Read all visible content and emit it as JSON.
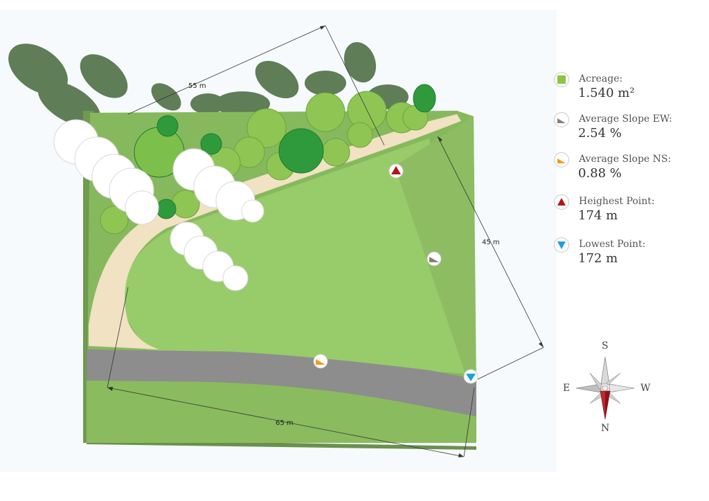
{
  "dimensions": {
    "top": "55 m",
    "right": "45 m",
    "bottom": "65 m"
  },
  "legend": [
    {
      "icon": "square-icon",
      "color": "#8cc63f",
      "label": "Acreage:",
      "value": "1.540 m²"
    },
    {
      "icon": "slope-ew-icon",
      "color": "#8b7d73",
      "label": "Average Slope EW:",
      "value": "2.54 %"
    },
    {
      "icon": "slope-ns-icon",
      "color": "#f39c12",
      "label": "Average Slope NS:",
      "value": "0.88 %"
    },
    {
      "icon": "highest-point-icon",
      "color": "#b5121b",
      "label": "Heighest Point:",
      "value": "174 m"
    },
    {
      "icon": "lowest-point-icon",
      "color": "#1ba1e2",
      "label": "Lowest Point:",
      "value": "172 m"
    }
  ],
  "compass": {
    "south": "S",
    "east": "E",
    "west": "W",
    "north": "N"
  },
  "colors": {
    "grass": "#92c664",
    "grass_dark": "#7fb05a",
    "path": "#f0e1c0",
    "road": "#8c8c8c",
    "tree_shadow": "#5e7a55"
  }
}
